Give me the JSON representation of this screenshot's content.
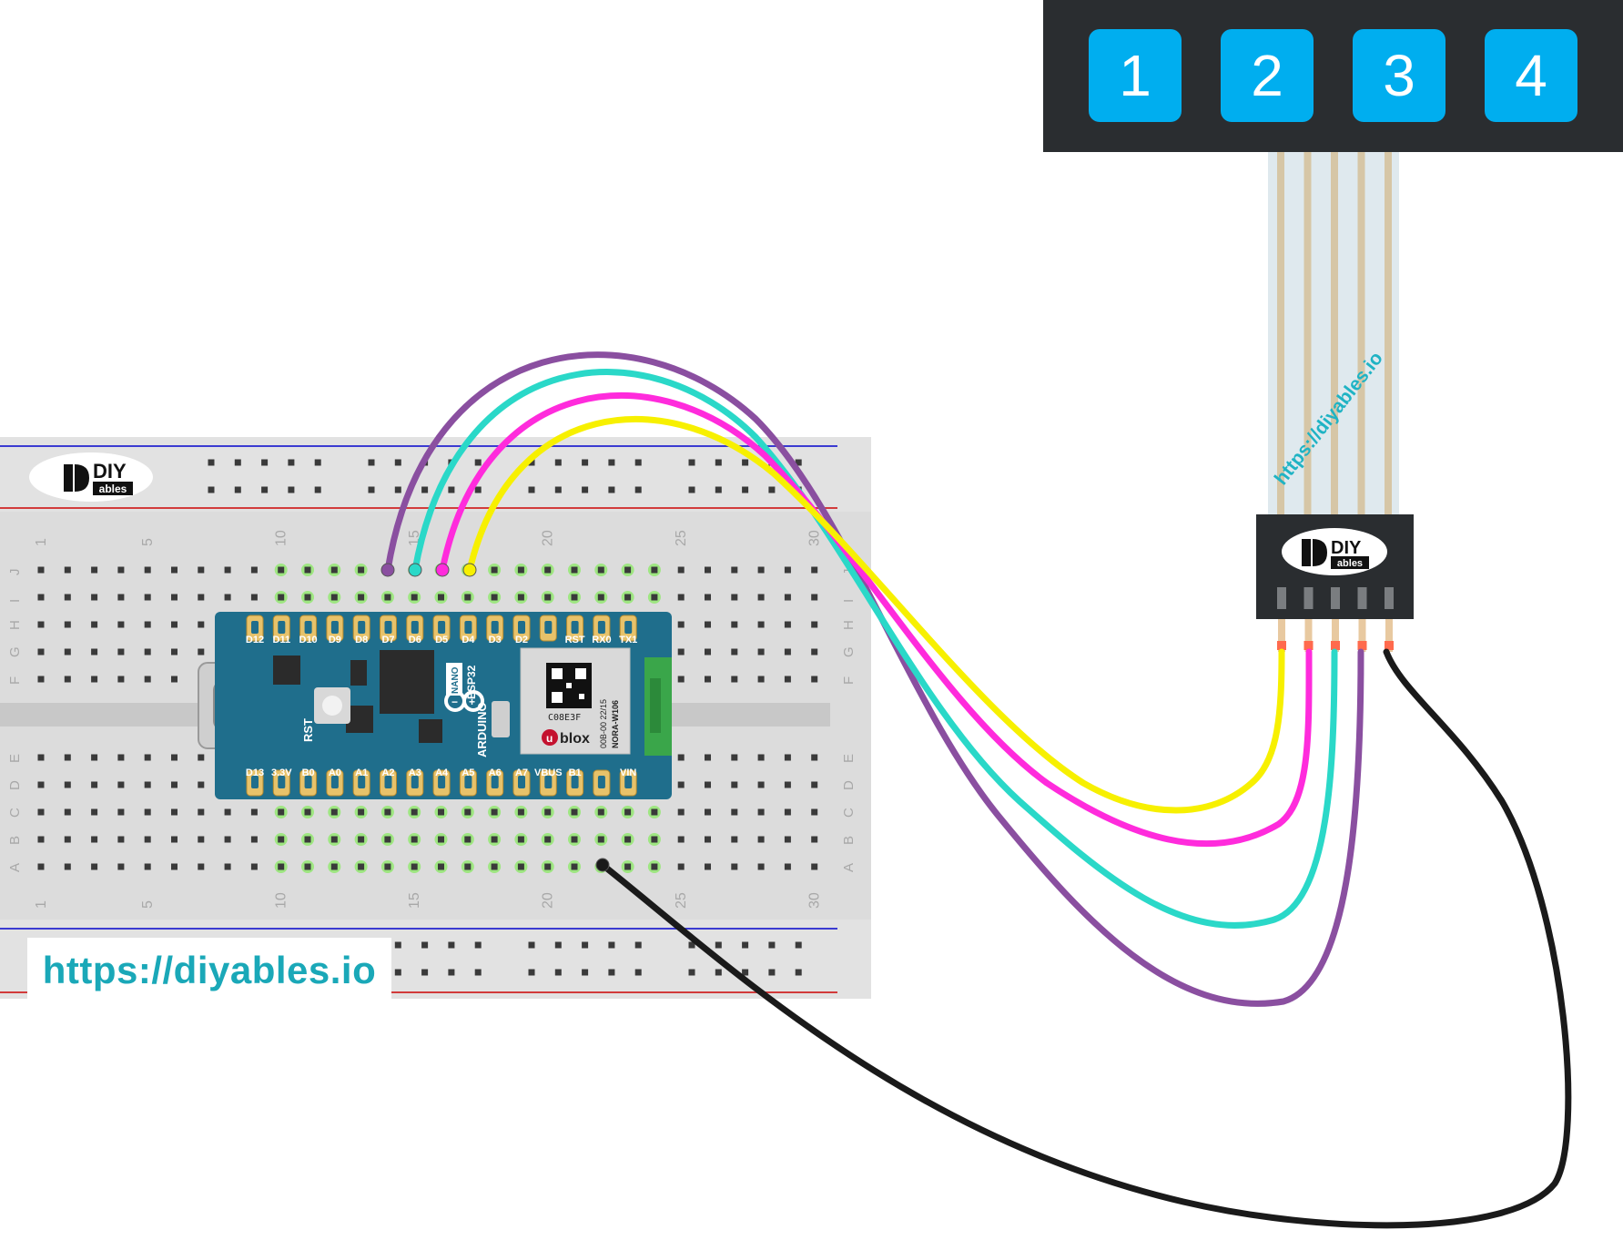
{
  "keypad": {
    "keys": [
      "1",
      "2",
      "3",
      "4"
    ],
    "key_color": "#00aeef",
    "body_color": "#2a2d30",
    "ribbon_url": "https://diyables.io",
    "connector_logo_main": "DIY",
    "connector_logo_sub": "ables"
  },
  "breadboard": {
    "logo_main": "DIY",
    "logo_sub": "ables",
    "column_numbers_top": [
      "1",
      "5",
      "10",
      "15",
      "20",
      "25",
      "30"
    ],
    "column_numbers_bottom": [
      "1",
      "5",
      "10",
      "15",
      "20",
      "25",
      "30"
    ],
    "row_letters_top": [
      "J",
      "I",
      "H",
      "G",
      "F"
    ],
    "row_letters_bottom": [
      "E",
      "D",
      "C",
      "B",
      "A"
    ],
    "watermark": "https://diyables.io"
  },
  "board": {
    "top_pins": [
      "D12",
      "D11",
      "D10",
      "D9",
      "D8",
      "D7",
      "D6",
      "D5",
      "D4",
      "D3",
      "D2",
      "",
      "RST",
      "RX0",
      "TX1"
    ],
    "bottom_pins": [
      "D13",
      "3.3V",
      "B0",
      "A0",
      "A1",
      "A2",
      "A3",
      "A4",
      "A5",
      "A6",
      "A7",
      "VBUS",
      "B1",
      "",
      "VIN"
    ],
    "rst_label": "RST",
    "brand": "ARDUINO",
    "model_line1": "NANO",
    "model_line2": "ESP32",
    "module_code": "C08E3F",
    "module_brand": "blox",
    "module_line1": "00B-00 22/15",
    "module_line2": "NORA-W106",
    "pcb_color": "#1e6b8a"
  },
  "wires": [
    {
      "name": "purple",
      "color": "#8a4fa0"
    },
    {
      "name": "cyan",
      "color": "#2ad8c8"
    },
    {
      "name": "magenta",
      "color": "#ff2bdc"
    },
    {
      "name": "yellow",
      "color": "#f7f000"
    },
    {
      "name": "black",
      "color": "#1a1a1a"
    }
  ]
}
